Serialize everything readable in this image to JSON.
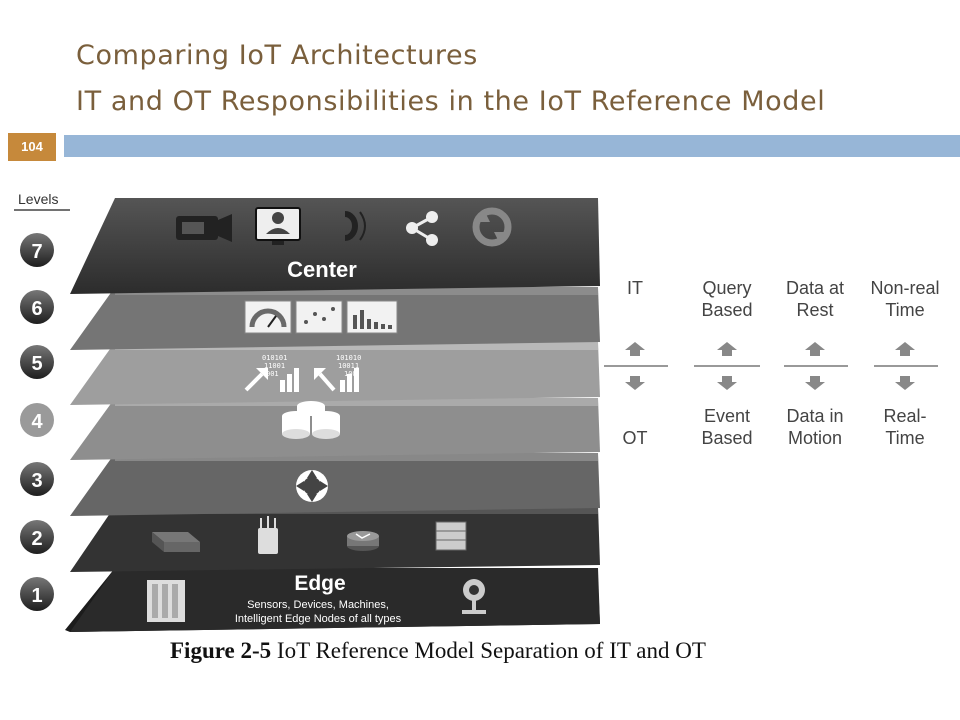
{
  "slide": {
    "title": "Comparing IoT Architectures",
    "subtitle": "IT and OT Responsibilities in the IoT Reference Model",
    "page_number": "104"
  },
  "figure": {
    "levels_label": "Levels",
    "levels": [
      "7",
      "6",
      "5",
      "4",
      "3",
      "2",
      "1"
    ],
    "center_label": "Center",
    "edge_label": "Edge",
    "edge_desc_line1": "Sensors, Devices, Machines,",
    "edge_desc_line2": "Intelligent Edge Nodes of all types",
    "icons": {
      "level7": [
        "video-camera-icon",
        "monitor-user-icon",
        "headset-icon",
        "share-icon",
        "sync-icon"
      ],
      "level6": [
        "gauge-chart-icon",
        "scatter-chart-icon",
        "bar-chart-icon"
      ],
      "level5": [
        "binary-data-arrow-icon",
        "binary-data-arrow-icon"
      ],
      "level4": [
        "database-icon"
      ],
      "level3": [
        "network-globe-icon"
      ],
      "level2": [
        "switch-icon",
        "access-point-icon",
        "router-icon",
        "server-rack-icon"
      ],
      "level1": [
        "controller-icon",
        "security-camera-icon"
      ]
    },
    "colors": {
      "layer_top": "#3c3c3c",
      "layer_mid": "#8a8a8a",
      "layer_bottom": "#262626"
    },
    "comparison": [
      {
        "top": [
          "IT"
        ],
        "bottom": [
          "OT"
        ]
      },
      {
        "top": [
          "Query",
          "Based"
        ],
        "bottom": [
          "Event",
          "Based"
        ]
      },
      {
        "top": [
          "Data at",
          "Rest"
        ],
        "bottom": [
          "Data in",
          "Motion"
        ]
      },
      {
        "top": [
          "Non-real",
          "Time"
        ],
        "bottom": [
          "Real-",
          "Time"
        ]
      }
    ],
    "caption_bold": "Figure 2-5",
    "caption_text": " IoT Reference Model Separation of IT and OT"
  }
}
